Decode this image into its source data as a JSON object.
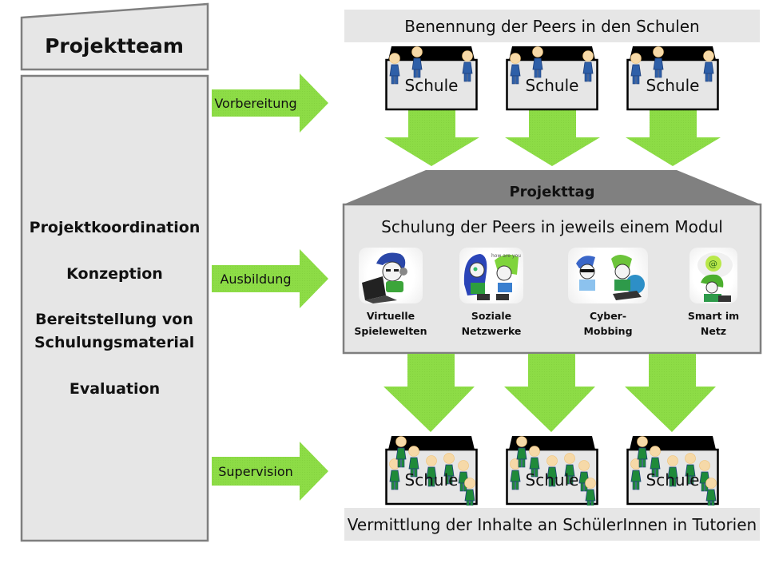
{
  "colors": {
    "arrow_green": "#8ddc46",
    "box_fill": "#e6e6e6",
    "box_border": "#7f7f7f",
    "trapezoid_dark": "#808080",
    "school_roof": "#000000",
    "peer_blue": "#2e5fa8",
    "student_green": "#1f8a3a",
    "skin": "#f6d9a8"
  },
  "left_panel": {
    "title": "Projektteam",
    "items": [
      "Projektkoordination",
      "Konzeption",
      "Bereitstellung von Schulungsmaterial",
      "Evaluation"
    ]
  },
  "phase_arrows": [
    {
      "label": "Vorbereitung"
    },
    {
      "label": "Ausbildung"
    },
    {
      "label": "Supervision"
    }
  ],
  "top_banner": "Benennung der Peers in den Schulen",
  "top_schools": [
    {
      "label": "Schule",
      "figure_type": "peer",
      "figure_count": 3
    },
    {
      "label": "Schule",
      "figure_type": "peer",
      "figure_count": 3
    },
    {
      "label": "Schule",
      "figure_type": "peer",
      "figure_count": 3
    }
  ],
  "projekttag": {
    "title": "Projekttag",
    "subtitle": "Schulung der Peers in jeweils einem Modul",
    "modules": [
      {
        "label_line1": "Virtuelle",
        "label_line2": "Spielewelten",
        "icon": "gamer-with-laptop-icon"
      },
      {
        "label_line1": "Soziale",
        "label_line2": "Netzwerke",
        "icon": "two-chatting-characters-icon"
      },
      {
        "label_line1": "Cyber-",
        "label_line2": "Mobbing",
        "icon": "cyberbully-characters-icon"
      },
      {
        "label_line1": "Smart im",
        "label_line2": "Netz",
        "icon": "lightbulb-idea-icon"
      }
    ]
  },
  "bottom_schools": [
    {
      "label": "Schule",
      "figure_type": "student",
      "figure_count": 7
    },
    {
      "label": "Schule",
      "figure_type": "student",
      "figure_count": 7
    },
    {
      "label": "Schule",
      "figure_type": "student",
      "figure_count": 7
    }
  ],
  "bottom_banner": "Vermittlung der Inhalte an SchülerInnen in Tutorien"
}
